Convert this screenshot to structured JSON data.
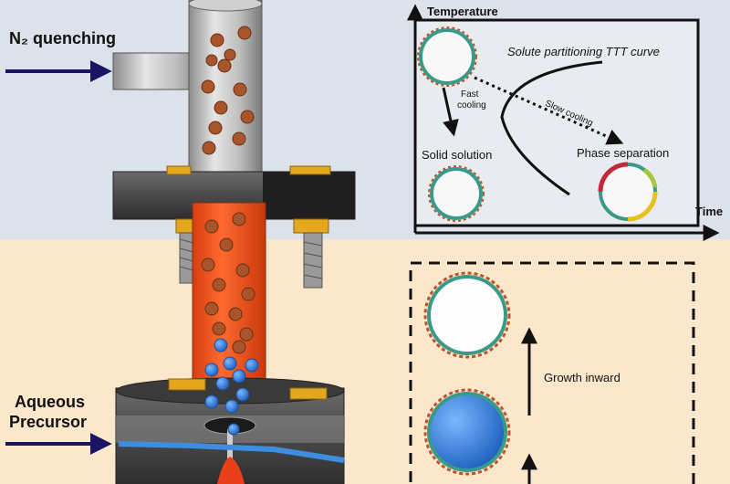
{
  "labels": {
    "n2_quenching": "N₂ quenching",
    "aqueous": "Aqueous",
    "precursor": "Precursor",
    "temperature": "Temperature",
    "time": "Time",
    "tt_curve": "Solute partitioning TTT curve",
    "fast": "Fast",
    "cooling": "cooling",
    "slow_cooling": "Slow cooling",
    "solid_solution": "Solid solution",
    "phase_separation": "Phase separation",
    "growth_inward": "Growth inward"
  },
  "colors": {
    "top_bg": "#dde2ea",
    "bottom_bg": "#fbe7cb",
    "arrow_navy": "#1b1464",
    "tube_orange": "#ff5a22",
    "particle_brown": "#a8552b",
    "droplet_blue": "#3d8ee0",
    "shell_teal": "#3a9a8a"
  }
}
